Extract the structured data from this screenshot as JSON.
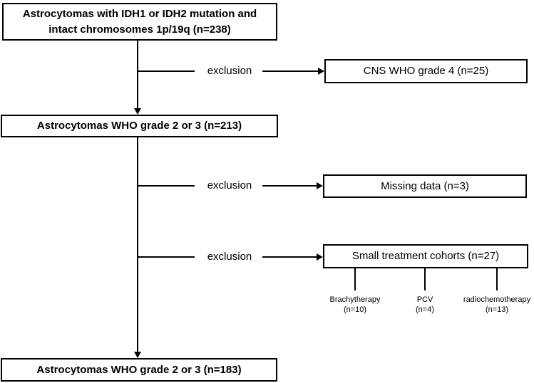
{
  "flowchart": {
    "main_nodes": {
      "source": {
        "line1": "Astrocytomas with IDH1 or IDH2 mutation and",
        "line2": "intact chromosomes 1p/19q (n=238)"
      },
      "grade23_213": {
        "label": "Astrocytomas WHO grade 2 or 3 (n=213)"
      },
      "grade23_183": {
        "label": "Astrocytomas WHO grade 2 or 3 (n=183)"
      }
    },
    "exclusion_nodes": {
      "grade4": {
        "label": "CNS WHO grade 4 (n=25)"
      },
      "missing_data": {
        "label": "Missing data (n=3)"
      },
      "small_cohorts": {
        "label": "Small treatment cohorts (n=27)"
      }
    },
    "edge_labels": {
      "exclusion1": "exclusion",
      "exclusion2": "exclusion",
      "exclusion3": "exclusion"
    },
    "cohort_breakdown": [
      {
        "name": "Brachytherapy",
        "count": "(n=10)"
      },
      {
        "name": "PCV",
        "count": "(n=4)"
      },
      {
        "name": "radiochemotherapy",
        "count": "(n=13)"
      }
    ],
    "colors": {
      "line": "#000000",
      "box_border": "#000000",
      "background": "#ffffff"
    }
  }
}
